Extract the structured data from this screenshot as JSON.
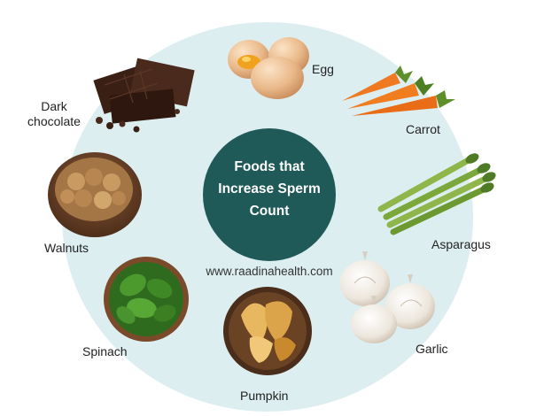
{
  "colors": {
    "background": "#ffffff",
    "oval": "#ddeef1",
    "center_circle": "#1f5a58",
    "title_text": "#ffffff",
    "label_text": "#222222"
  },
  "center": {
    "title_lines": [
      "Foods that",
      "Increase Sperm",
      "Count"
    ]
  },
  "website": "www.raadinahealth.com",
  "foods": {
    "egg": {
      "label": "Egg",
      "icon": "egg-icon"
    },
    "carrot": {
      "label": "Carrot",
      "icon": "carrot-icon"
    },
    "asparagus": {
      "label": "Asparagus",
      "icon": "asparagus-icon"
    },
    "garlic": {
      "label": "Garlic",
      "icon": "garlic-icon"
    },
    "pumpkin": {
      "label": "Pumpkin",
      "icon": "pumpkin-icon"
    },
    "spinach": {
      "label": "Spinach",
      "icon": "spinach-icon"
    },
    "walnuts": {
      "label": "Walnuts",
      "icon": "walnuts-icon"
    },
    "dark_chocolate": {
      "label_lines": [
        "Dark",
        "chocolate"
      ],
      "icon": "dark-chocolate-icon"
    }
  }
}
